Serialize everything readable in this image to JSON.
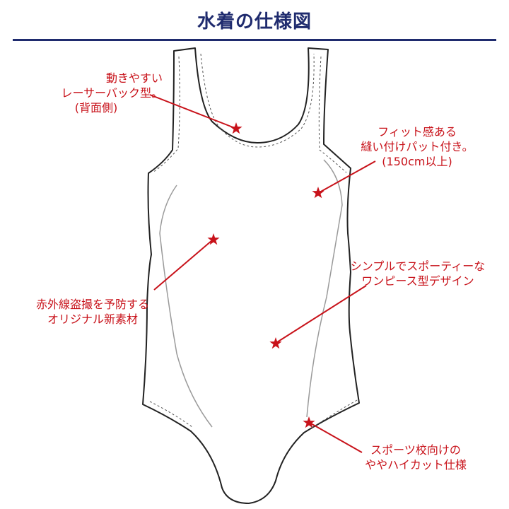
{
  "title": "水着の仕様図",
  "colors": {
    "title": "#1f2b6e",
    "callout": "#c8121a",
    "garment_outline": "#222222"
  },
  "callouts": [
    {
      "id": "racer-back",
      "lines": [
        "動きやすい",
        "レーサーバック型。",
        "(背面側)"
      ]
    },
    {
      "id": "sewn-pad",
      "lines": [
        "フィット感ある",
        "縫い付けパット付き。",
        "(150cm以上)"
      ]
    },
    {
      "id": "simple-design",
      "lines": [
        "シンプルでスポーティーな",
        "ワンピース型デザイン"
      ]
    },
    {
      "id": "infrared-material",
      "lines": [
        "赤外線盗撮を予防する",
        "オリジナル新素材"
      ]
    },
    {
      "id": "high-cut",
      "lines": [
        "スポーツ校向けの",
        "ややハイカット仕様"
      ]
    }
  ]
}
